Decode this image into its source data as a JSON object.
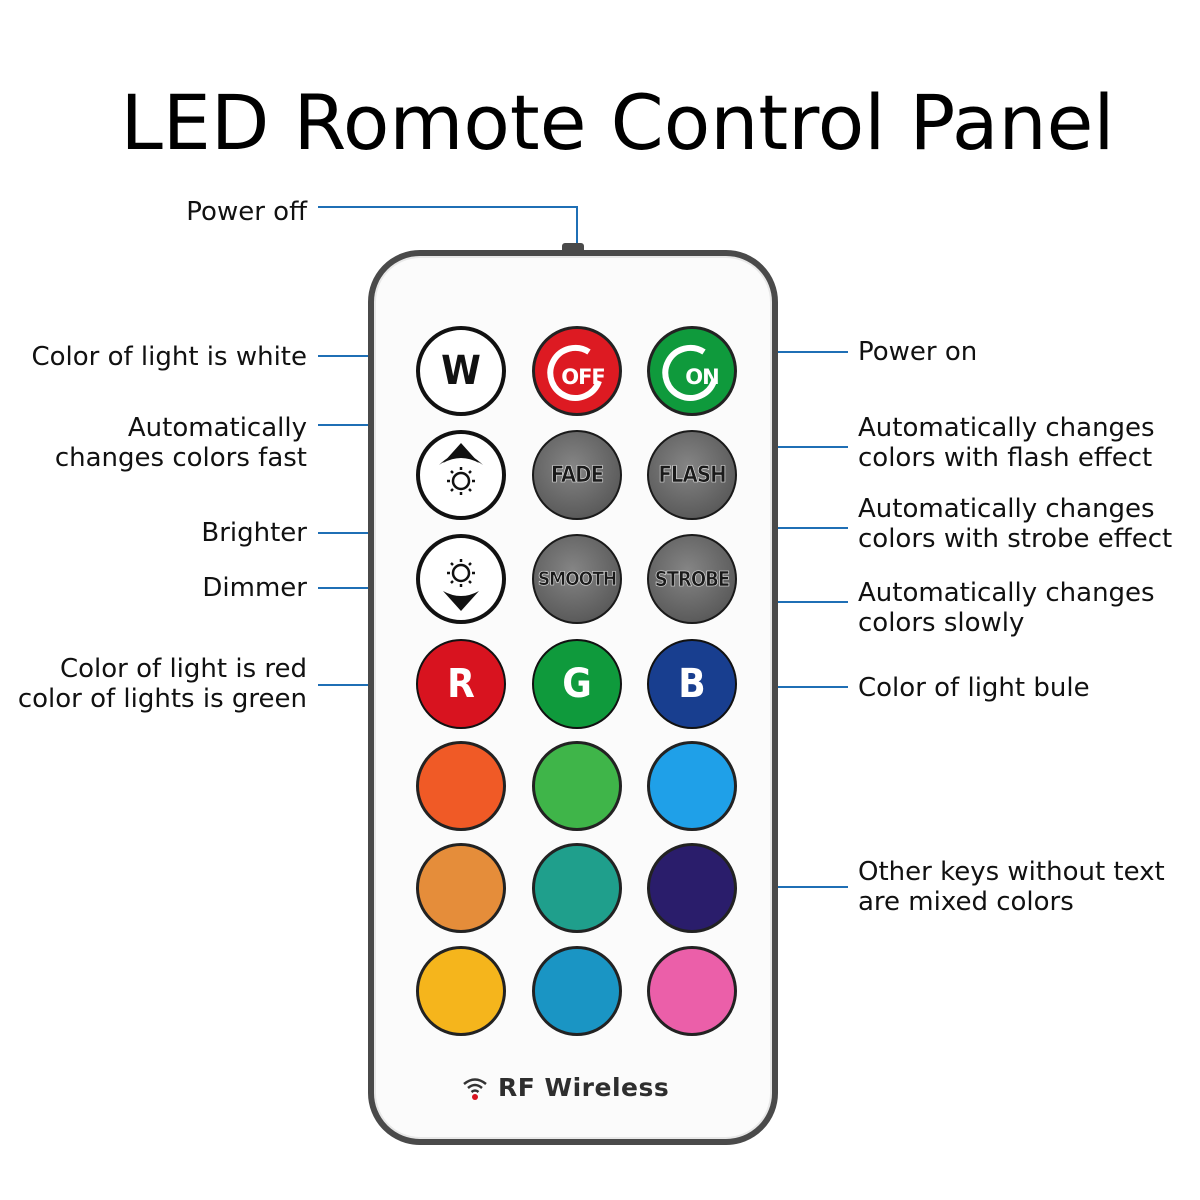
{
  "title": "LED Romote Control Panel",
  "labels": {
    "power_off": "Power off",
    "white": "Color of light is white",
    "auto_fast": [
      "Automatically",
      "changes colors fast"
    ],
    "brighter": "Brighter",
    "dimmer": "Dimmer",
    "red_green": [
      "Color of light is red",
      "color of lights is green"
    ],
    "power_on": "Power on",
    "flash": [
      "Automatically changes",
      "colors with flash effect"
    ],
    "strobe": [
      "Automatically changes",
      "colors with strobe effect"
    ],
    "slowly": [
      "Automatically changes",
      "colors slowly"
    ],
    "blue": "Color of light bule",
    "mixed": [
      "Other keys without text",
      "are mixed colors"
    ]
  },
  "buttons": {
    "w": "W",
    "off": "OFF",
    "on": "ON",
    "fade": "FADE",
    "flash": "FLASH",
    "smooth": "SMOOTH",
    "strobe": "STROBE",
    "r": "R",
    "g": "G",
    "b": "B"
  },
  "colors": {
    "line": "#1f6fb5",
    "red": "#d8131f",
    "green": "#0f9a3c",
    "blue": "#183e8f",
    "power_off": "#dd1a22",
    "power_on": "#0f9a3c",
    "mixed": [
      "#f05a26",
      "#3fb549",
      "#1fa0e8",
      "#e58d3a",
      "#1f9f8c",
      "#2a1d6b",
      "#f5b51c",
      "#1a95c4",
      "#eb5fa9"
    ]
  },
  "footer": "RF Wireless"
}
